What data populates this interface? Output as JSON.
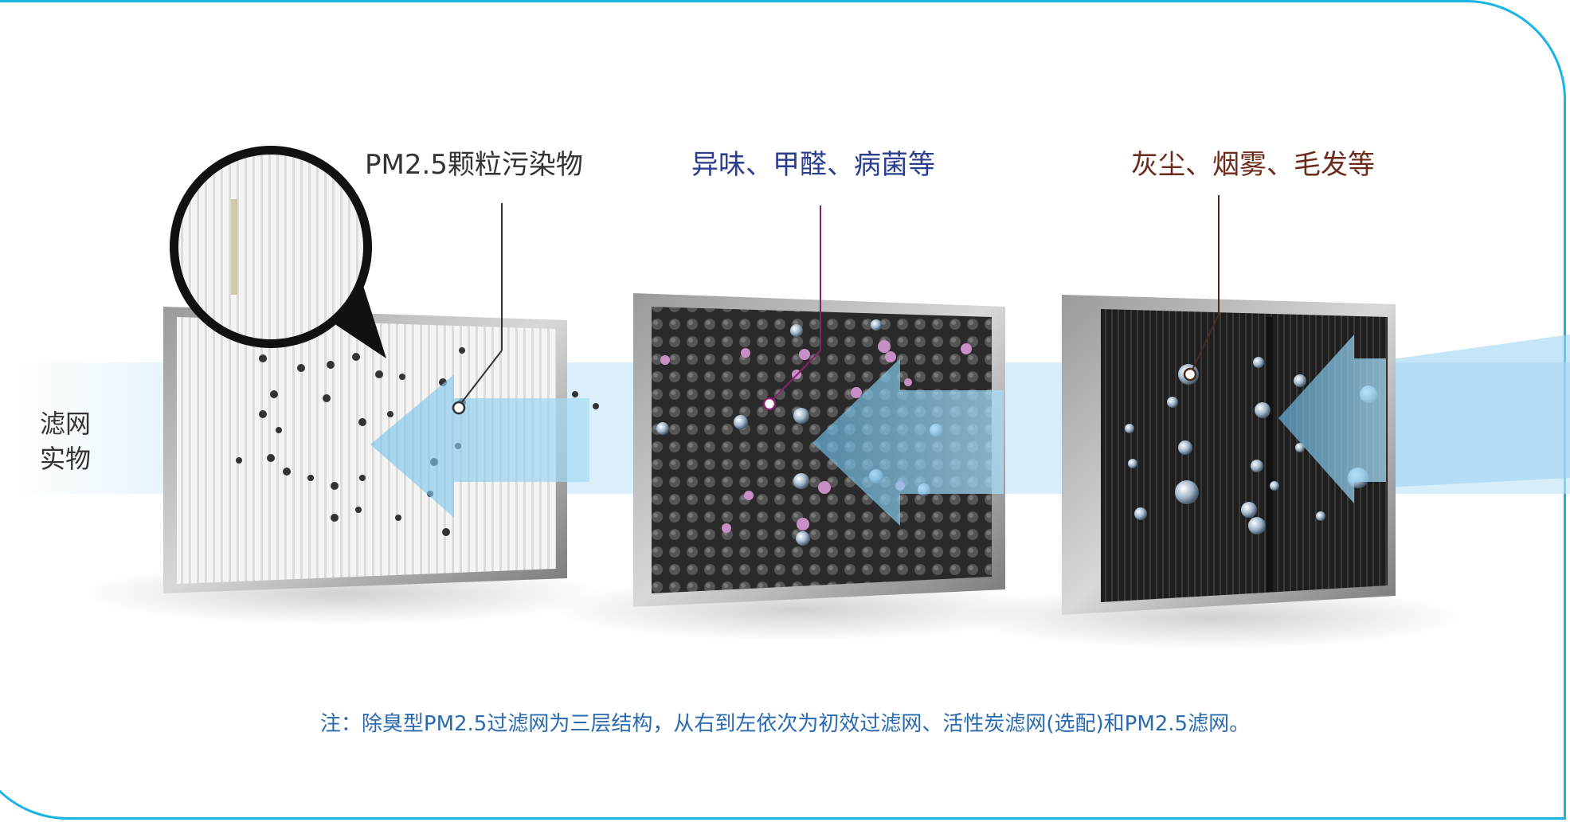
{
  "labels": {
    "pm25": "PM2.5颗粒污染物",
    "odor": "异味、甲醛、病菌等",
    "dust": "灰尘、烟雾、毛发等",
    "real_line1": "滤网",
    "real_line2": "实物"
  },
  "note": "注：除臭型PM2.5过滤网为三层结构，从右到左依次为初效过滤网、活性炭滤网(选配)和PM2.5滤网。",
  "colors": {
    "border": "#19b4e6",
    "pm25_label": "#333333",
    "odor_label": "#2a3d8f",
    "dust_label": "#6b2a1a",
    "note": "#2a6bb0",
    "arrow": "#8fd0f2"
  }
}
